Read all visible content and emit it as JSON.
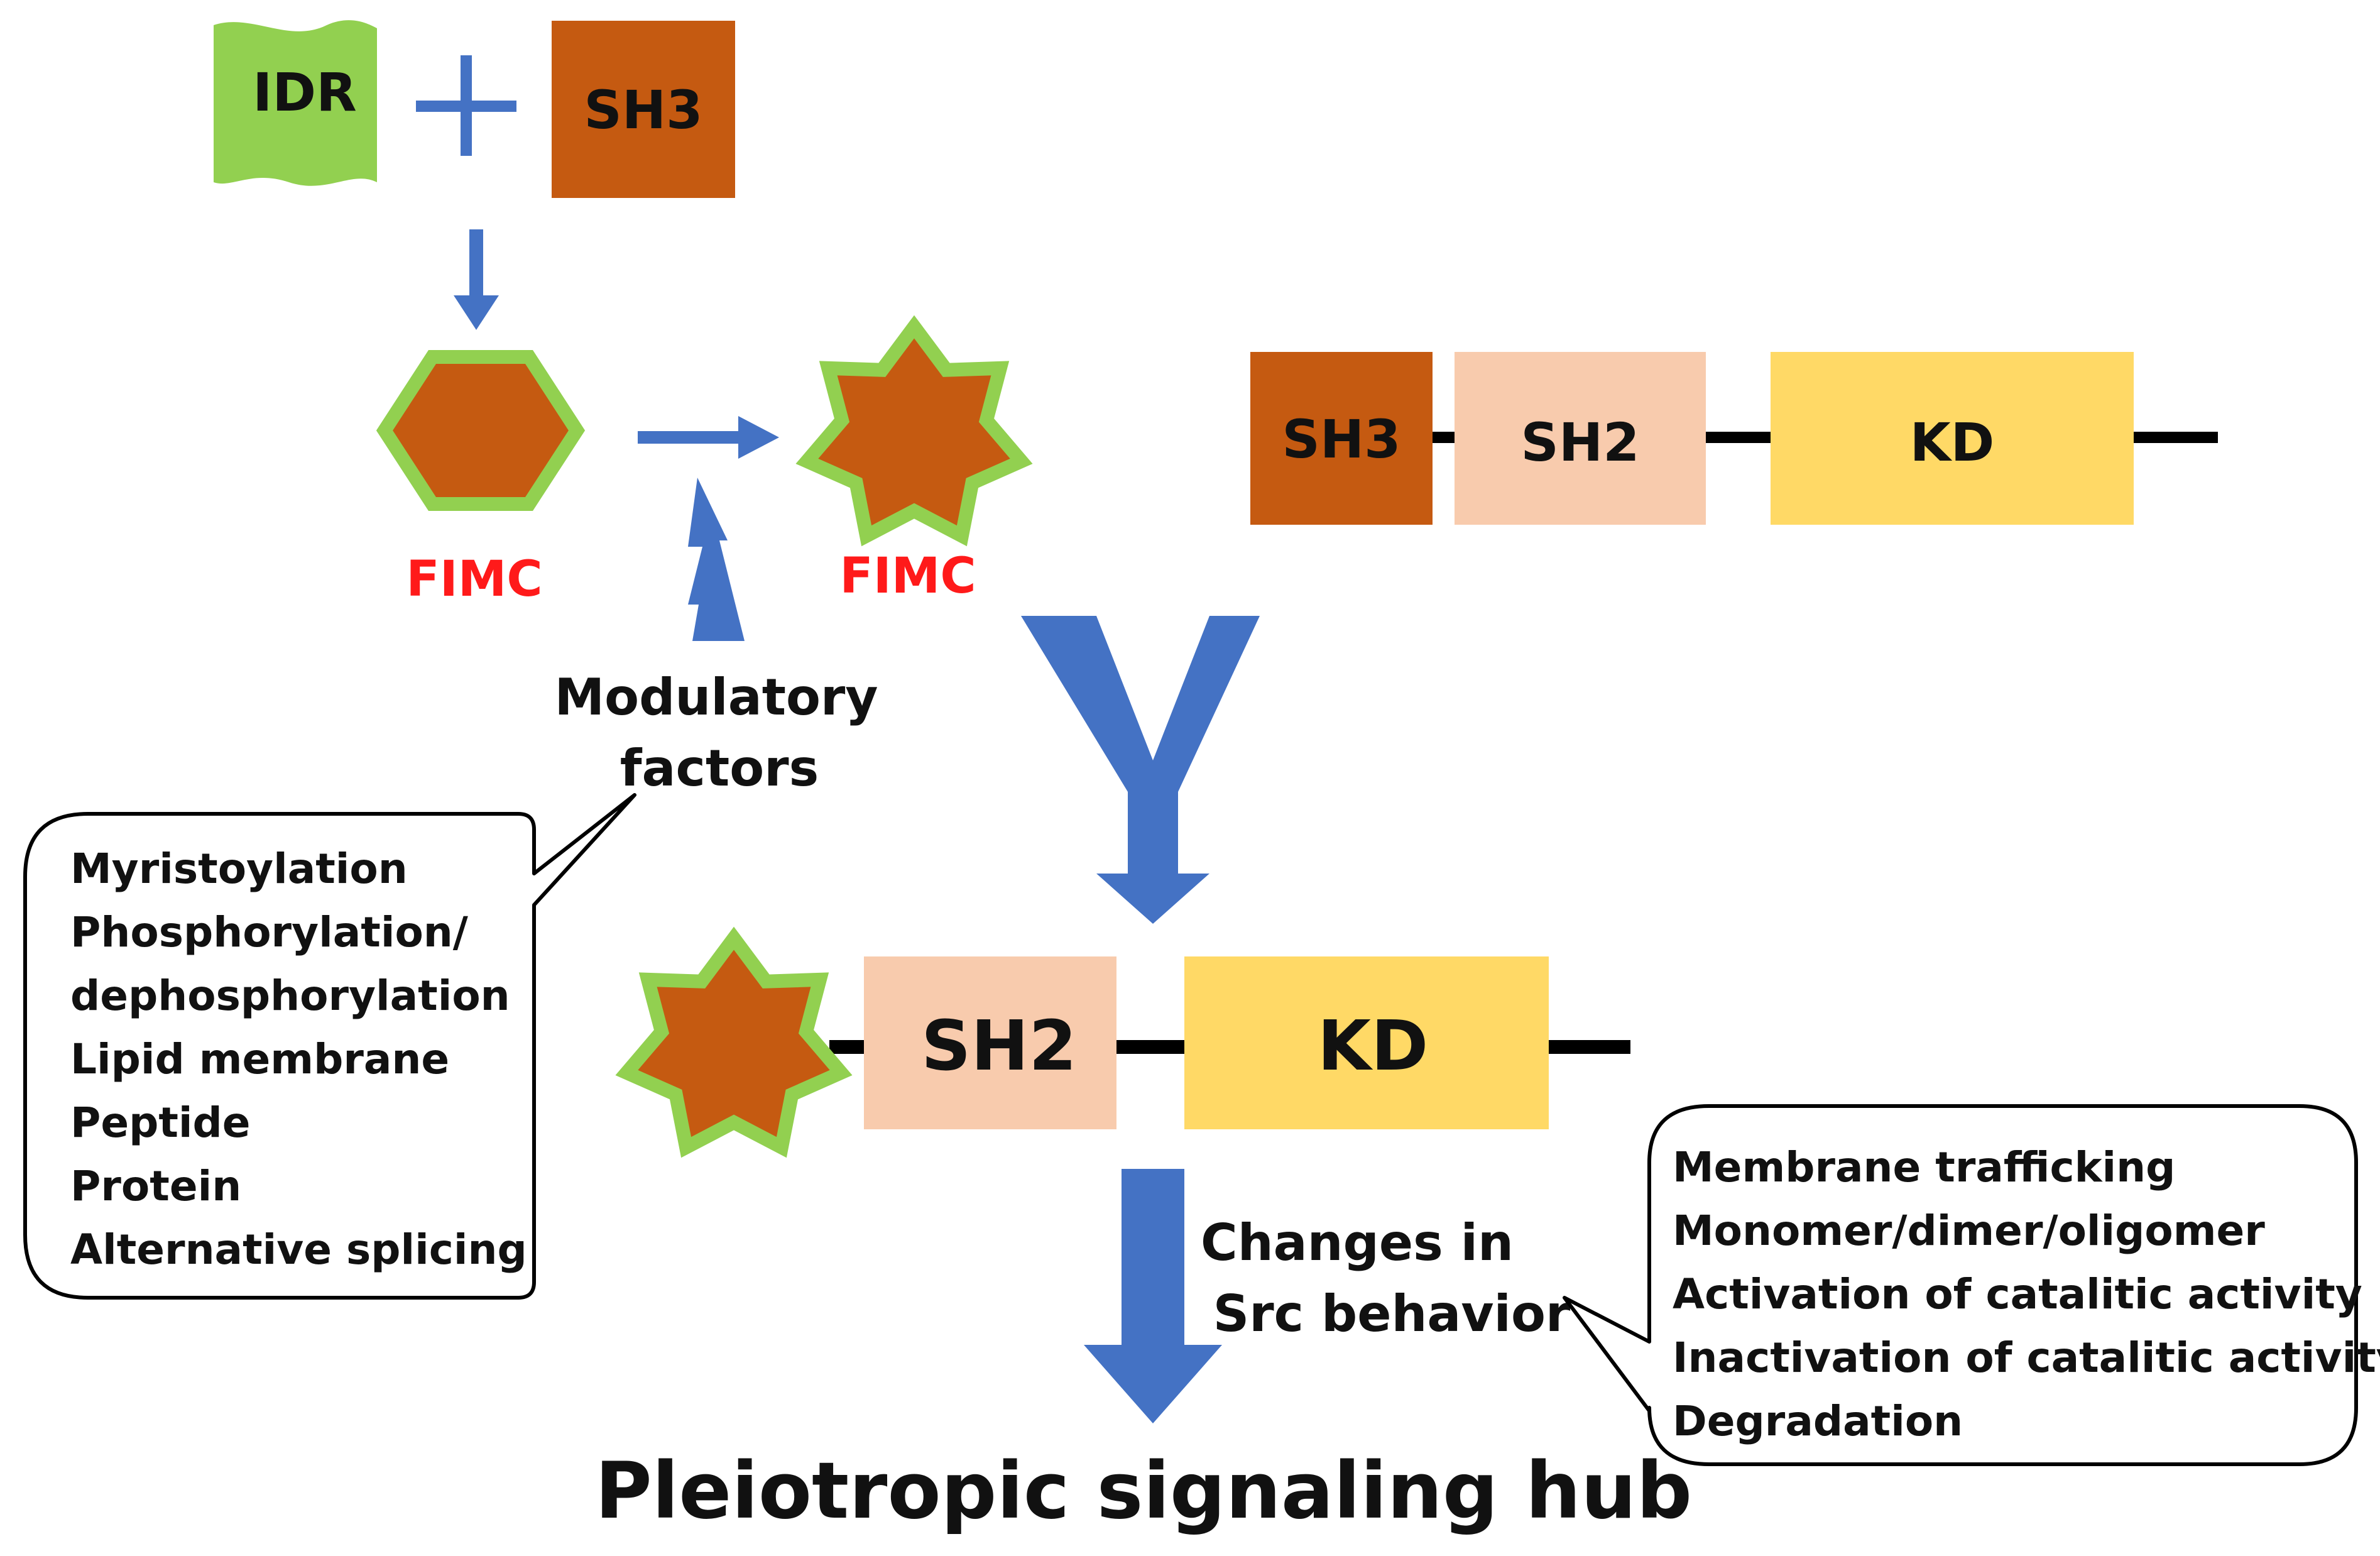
{
  "top": {
    "idr_label": "IDR",
    "sh3_label": "SH3"
  },
  "fimc_left_label": "FIMC",
  "fimc_right_label": "FIMC",
  "domain_chain_top": {
    "sh3": "SH3",
    "sh2": "SH2",
    "kd": "KD"
  },
  "domain_chain_bottom": {
    "sh2": "SH2",
    "kd": "KD"
  },
  "modulatory": {
    "line1": "Modulatory",
    "line2": "factors"
  },
  "factors_list": [
    "Myristoylation",
    "Phosphorylation/",
    "dephosphorylation",
    "Lipid membrane",
    "Peptide",
    "Protein",
    "Alternative splicing"
  ],
  "changes": {
    "line1": "Changes in",
    "line2": "Src behavior"
  },
  "behavior_list": [
    "Membrane trafficking",
    "Monomer/dimer/oligomer",
    "Activation of catalitic activity",
    "Inactivation of catalitic activity",
    "Degradation"
  ],
  "hub_label": "Pleiotropic signaling hub",
  "colors": {
    "idr_green": "#92d050",
    "sh3_brown": "#c55a11",
    "sh2_peach": "#f8cbad",
    "kd_yellow": "#ffd966",
    "arrow_blue": "#4472c4",
    "fimc_red": "#ff0000"
  }
}
